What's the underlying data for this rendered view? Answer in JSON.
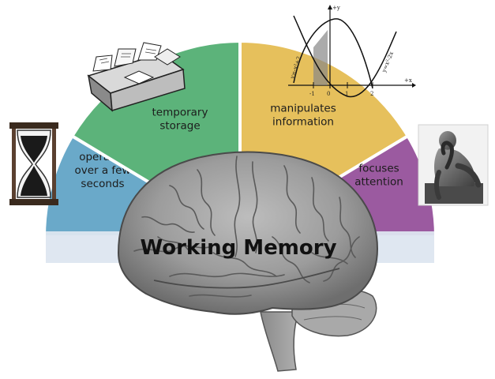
{
  "title": "Working Memory",
  "segments": [
    {
      "id": "time",
      "lines": [
        "operates",
        "over a few",
        "seconds"
      ],
      "color": "#6aa9c9"
    },
    {
      "id": "storage",
      "lines": [
        "temporary",
        "storage"
      ],
      "color": "#5cb37a"
    },
    {
      "id": "manipulate",
      "lines": [
        "manipulates",
        "information"
      ],
      "color": "#e6c05c"
    },
    {
      "id": "attention",
      "lines": [
        "focuses",
        "attention"
      ],
      "color": "#9b5aa0"
    }
  ],
  "banner_color": "#dde6f0",
  "icons": [
    "hourglass-icon",
    "file-box-icon",
    "math-graph-icon",
    "thinker-statue-icon",
    "brain-illustration"
  ],
  "graph_labels": {
    "y_axis": "+y",
    "x_axis": "+x",
    "ticks": [
      "-1",
      "0",
      "1",
      "2"
    ],
    "curve_left": "y=-x²+2",
    "curve_right": "y=x²-2x"
  }
}
